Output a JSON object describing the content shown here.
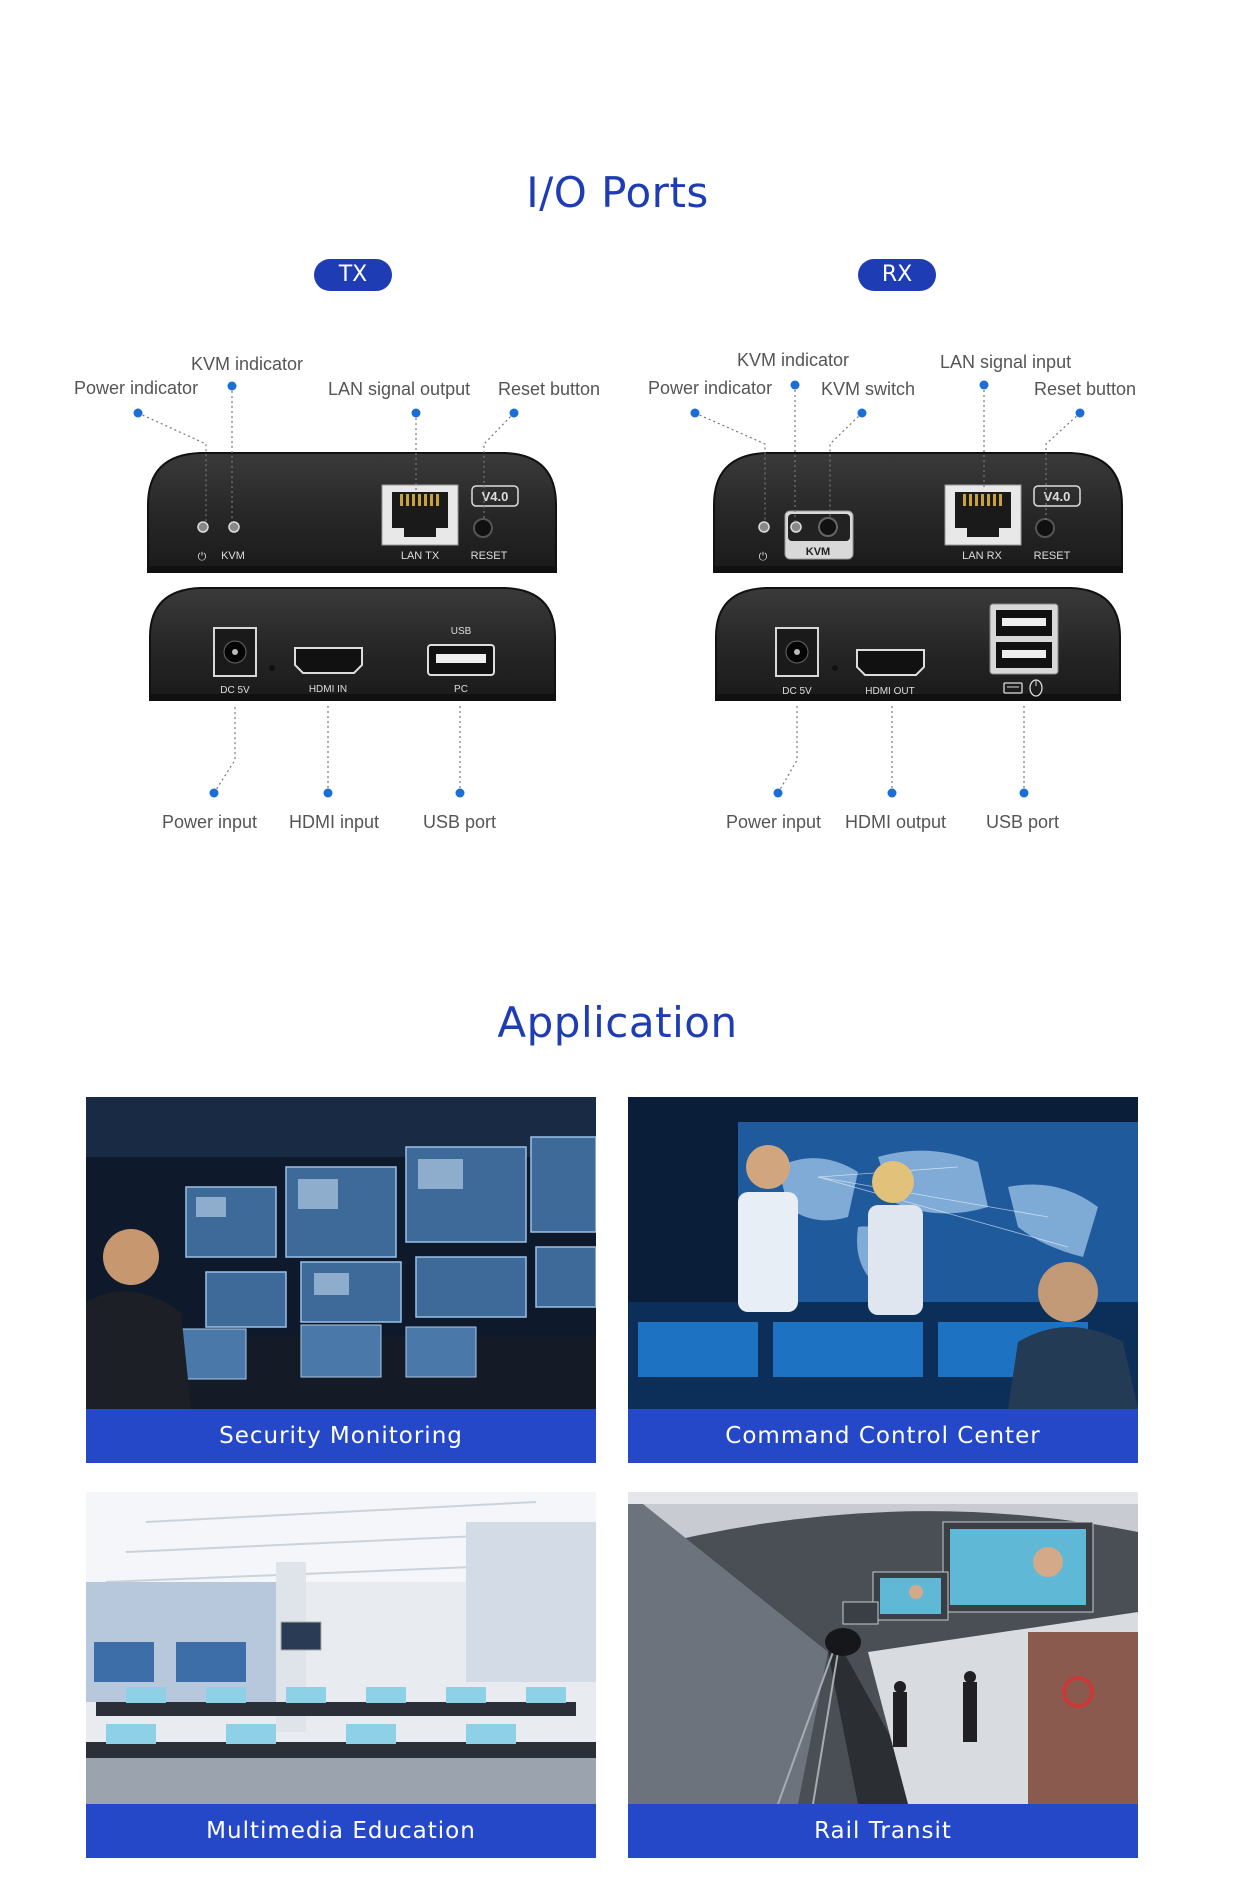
{
  "io_ports": {
    "title": "I/O Ports",
    "tx": {
      "badge": "TX",
      "callouts": {
        "power_indicator": "Power indicator",
        "kvm_indicator": "KVM indicator",
        "lan_signal_output": "LAN signal output",
        "reset_button": "Reset button",
        "power_input": "Power input",
        "hdmi_input": "HDMI input",
        "usb_port": "USB port"
      },
      "panel": {
        "power_symbol": "⏻",
        "kvm": "KVM",
        "lan": "LAN TX",
        "reset": "RESET",
        "version": "V4.0",
        "dc": "DC 5V",
        "hdmi": "HDMI IN",
        "usb_top": "USB",
        "usb_bottom": "PC"
      }
    },
    "rx": {
      "badge": "RX",
      "callouts": {
        "kvm_indicator": "KVM indicator",
        "power_indicator": "Power indicator",
        "kvm_switch": "KVM switch",
        "lan_signal_input": "LAN signal input",
        "reset_button": "Reset button",
        "power_input": "Power input",
        "hdmi_output": "HDMI output",
        "usb_port": "USB port"
      },
      "panel": {
        "power_symbol": "⏻",
        "kvm": "KVM",
        "lan": "LAN RX",
        "reset": "RESET",
        "version": "V4.0",
        "dc": "DC 5V",
        "hdmi": "HDMI OUT"
      }
    }
  },
  "application": {
    "title": "Application",
    "tiles": [
      {
        "caption": "Security Monitoring"
      },
      {
        "caption": "Command Control Center"
      },
      {
        "caption": "Multimedia Education"
      },
      {
        "caption": "Rail Transit"
      }
    ]
  },
  "colors": {
    "brand_blue": "#1e3cb4",
    "caption_blue": "#2448c8",
    "callout_dot": "#1a6fd6",
    "device_body": "#2b2b2b"
  }
}
